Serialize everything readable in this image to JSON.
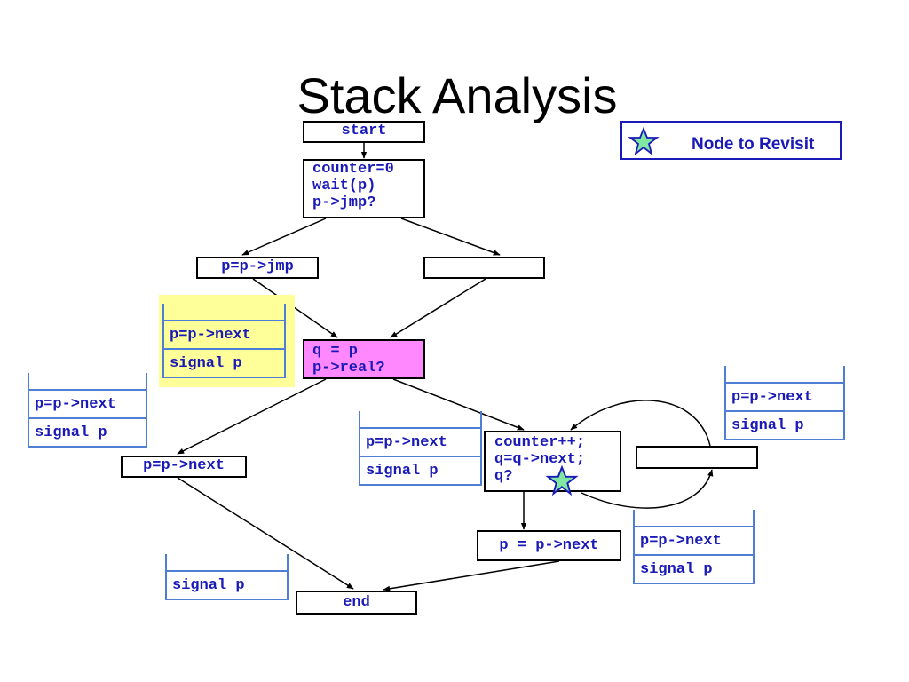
{
  "title": "Stack Analysis",
  "legend": {
    "label": "Node to Revisit",
    "icon": "star-icon",
    "star_fill": "#80e8a0"
  },
  "colors": {
    "node_text": "#1a1ab8",
    "stack_line": "#4f7fd4",
    "highlight": "#ffff99",
    "pink_node": "#ff88ff"
  },
  "nodes": {
    "start": {
      "lines": [
        "start"
      ]
    },
    "init": {
      "lines": [
        "counter=0",
        "wait(p)",
        "p->jmp?"
      ]
    },
    "jmp": {
      "lines": [
        "p=p->jmp"
      ]
    },
    "empty1": {
      "lines": []
    },
    "q": {
      "lines": [
        "q = p",
        "p->real?"
      ]
    },
    "next_left": {
      "lines": [
        "p=p->next"
      ]
    },
    "loop": {
      "lines": [
        "counter++;",
        "q=q->next;",
        "q?"
      ]
    },
    "empty2": {
      "lines": []
    },
    "next_right": {
      "lines": [
        "p = p->next"
      ]
    },
    "end": {
      "lines": [
        "end"
      ]
    }
  },
  "stacks": {
    "highlighted": [
      "p=p->next",
      "signal p"
    ],
    "left": [
      "p=p->next",
      "signal p"
    ],
    "middle": [
      "p=p->next",
      "signal p"
    ],
    "right_top": [
      "p=p->next",
      "signal p"
    ],
    "right_bottom": [
      "p=p->next",
      "signal p"
    ],
    "bottom": [
      "signal p"
    ]
  }
}
